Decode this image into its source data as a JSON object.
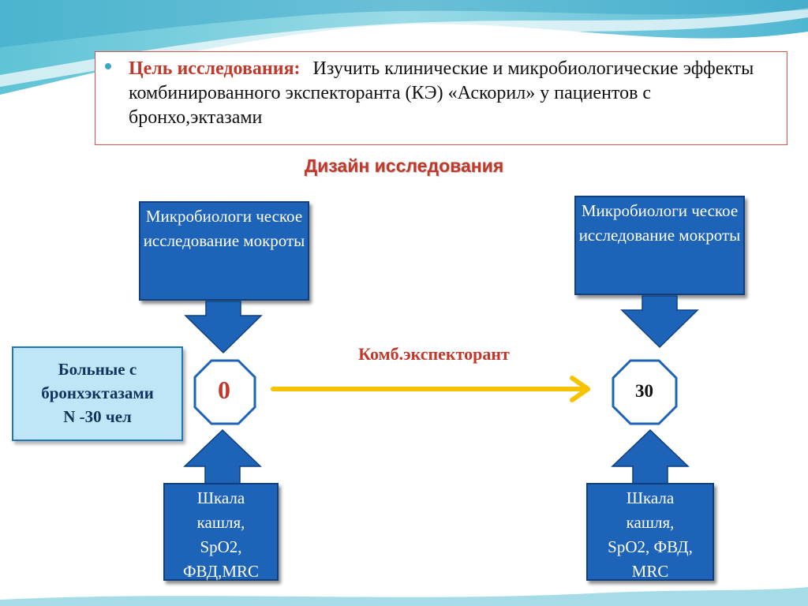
{
  "goal": {
    "label": "Цель исследования:",
    "text": "Изучить клинические и микробиологические эффекты комбинированного экспекторанта (КЭ) «Аскорил» у пациентов с бронхо,эктазами"
  },
  "design_title": "Дизайн исследования",
  "sputum_box_left": "Микробиологи ческое исследование мокроты",
  "sputum_box_right": "Микробиологи ческое исследование мокроты",
  "patients": {
    "line1": "Больные с",
    "line2": "бронхэктазами",
    "line3": "N -30 чел"
  },
  "timeline": {
    "start_day": "0",
    "end_day": "30",
    "therapy_label": "Комб.экспекторант"
  },
  "assessment_left": {
    "line1": "Шкала",
    "line2": "кашля,",
    "line3": "SpO2,",
    "line4": "ФВД,MRC"
  },
  "assessment_right": {
    "line1": "Шкала",
    "line2": "кашля,",
    "line3": "SpO2, ФВД,",
    "line4": "MRC"
  },
  "colors": {
    "box_blue": "#1d63b8",
    "accent_red": "#c0392b",
    "timeline_yellow": "#f7c300",
    "patients_fill": "#bfe6f6"
  }
}
